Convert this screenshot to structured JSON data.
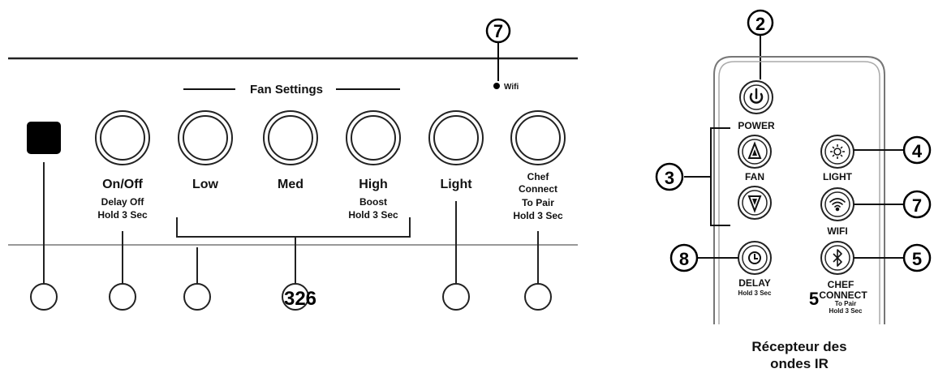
{
  "left_panel": {
    "wifi_callout": "7",
    "wifi_label": "Wifi",
    "fan_settings_label": "Fan Settings",
    "buttons": {
      "onoff": {
        "label": "On/Off",
        "sub1": "Delay Off",
        "sub2": "Hold 3 Sec"
      },
      "low": {
        "label": "Low"
      },
      "med": {
        "label": "Med"
      },
      "high": {
        "label": "High",
        "sub1": "Boost",
        "sub2": "Hold 3 Sec"
      },
      "light": {
        "label": "Light"
      },
      "chef": {
        "label1": "Chef",
        "label2": "Connect",
        "sub1": "To Pair",
        "sub2": "Hold 3 Sec"
      }
    },
    "bottom_callout_text": "326"
  },
  "remote": {
    "callout_power": "2",
    "callout_fan": "3",
    "callout_light": "4",
    "callout_wifi": "7",
    "callout_delay": "8",
    "callout_chef": "5",
    "overlap_number": "5",
    "power_label": "POWER",
    "fan_label": "FAN",
    "light_label": "LIGHT",
    "wifi_label": "WIFI",
    "delay_label": "DELAY",
    "delay_sub": "Hold 3 Sec",
    "chef_label1": "CHEF",
    "chef_label2": "CONNECT",
    "chef_sub1": "To Pair",
    "chef_sub2": "Hold 3 Sec",
    "receiver_line1": "Récepteur des",
    "receiver_line2": "ondes IR"
  }
}
